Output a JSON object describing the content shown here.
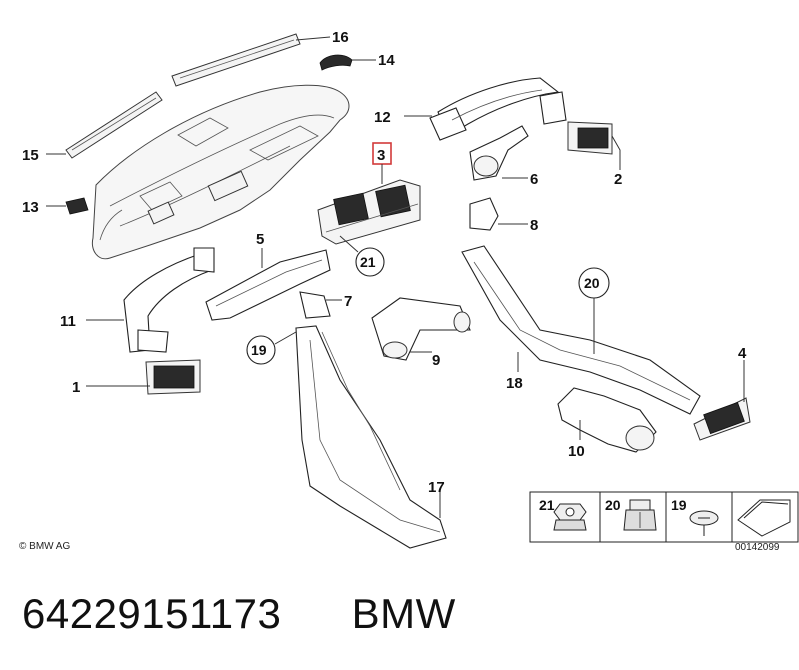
{
  "diagram": {
    "callouts": {
      "c1": "1",
      "c2": "2",
      "c3": "3",
      "c4": "4",
      "c5": "5",
      "c6": "6",
      "c7": "7",
      "c8": "8",
      "c9": "9",
      "c10": "10",
      "c11": "11",
      "c12": "12",
      "c13": "13",
      "c14": "14",
      "c15": "15",
      "c16": "16",
      "c17": "17",
      "c18": "18",
      "c19": "19",
      "c20": "20",
      "c21": "21"
    },
    "legend": {
      "l21": "21",
      "l20": "20",
      "l19": "19"
    },
    "highlighted_callout": "3",
    "copyright": "© BMW AG",
    "diagram_number": "00142099"
  },
  "footer": {
    "part_number": "64229151173",
    "brand": "BMW"
  }
}
